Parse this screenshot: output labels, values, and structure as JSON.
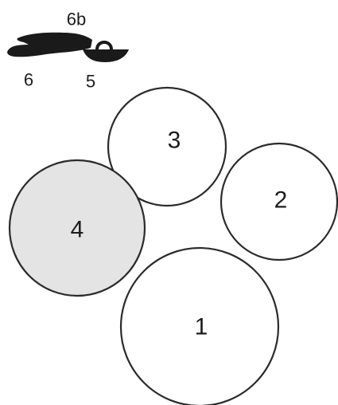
{
  "circles": [
    {
      "id": "1",
      "label": "1",
      "fill": "#ffffff"
    },
    {
      "id": "2",
      "label": "2",
      "fill": "#ffffff"
    },
    {
      "id": "3",
      "label": "3",
      "fill": "#ffffff"
    },
    {
      "id": "4",
      "label": "4",
      "fill": "#e4e4e4"
    }
  ],
  "objects": {
    "label_6b": "6b",
    "label_6": "6",
    "label_5": "5"
  },
  "colors": {
    "outline": "#2b2b2b",
    "shaded_fill": "#e4e4e4",
    "silhouette": "#1a1a1a"
  }
}
